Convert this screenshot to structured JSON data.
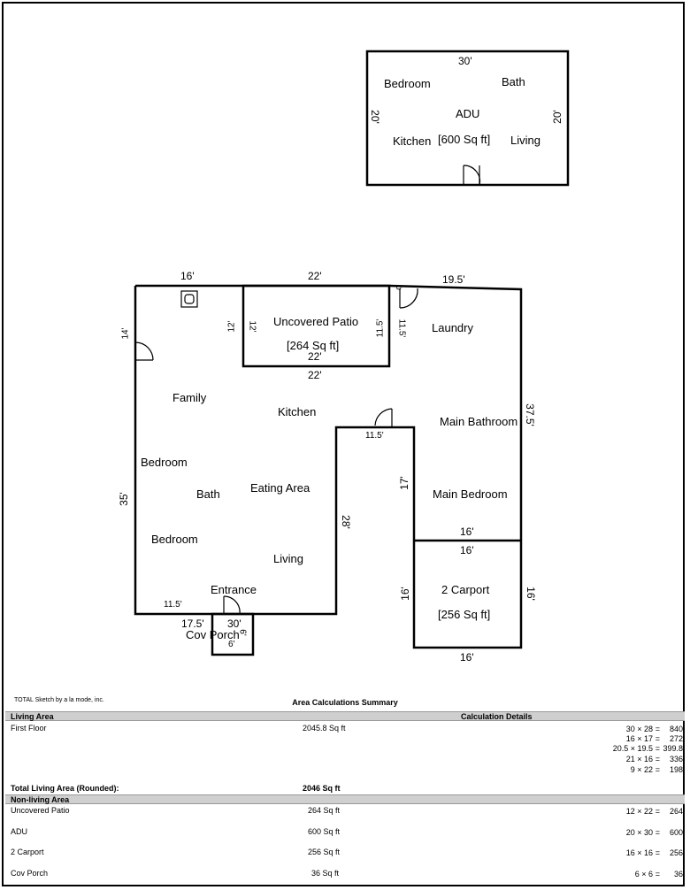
{
  "adu": {
    "dim_top": "30'",
    "dim_left": "20'",
    "dim_right": "20'",
    "rooms": [
      "Bedroom",
      "Bath",
      "ADU",
      "Kitchen",
      "[600 Sq ft]",
      "Living"
    ]
  },
  "main": {
    "dims": {
      "top_left": "16'",
      "top_patio": "22'",
      "top_right": "19.5'",
      "small_o": "o",
      "left_14": "14'",
      "patio_left": "12'",
      "patio_left_inner": "12'",
      "patio_right": "11.5'",
      "patio_right_inner": "11.5'",
      "patio_bottom_inner": "22'",
      "patio_bottom_outer": "22'",
      "right_37": "37.5'",
      "step_11": "11.5'",
      "left_35": "35'",
      "inner_28": "28'",
      "inner_17": "17'",
      "bed_bottom": "16'",
      "carport_top": "16'",
      "carport_left": "16'",
      "carport_right": "16'",
      "carport_bottom": "16'",
      "bottom_11": "11.5'",
      "bottom_17": "17.5'",
      "bottom_30": "30'",
      "porch_6_side": "6'",
      "porch_6_bottom": "6'"
    },
    "rooms": {
      "patio": "Uncovered Patio",
      "patio_area": "[264 Sq ft]",
      "laundry": "Laundry",
      "family": "Family",
      "kitchen": "Kitchen",
      "main_bath": "Main Bathroom",
      "bedroom1": "Bedroom",
      "eating": "Eating Area",
      "bath": "Bath",
      "main_bedroom": "Main Bedroom",
      "bedroom2": "Bedroom",
      "living": "Living",
      "entrance": "Entrance",
      "carport": "2 Carport",
      "carport_area": "[256 Sq ft]",
      "cov_porch": "Cov Porch"
    }
  },
  "credit": "TOTAL Sketch by a la mode, inc.",
  "summary": {
    "title": "Area Calculations Summary",
    "living_header": "Living Area",
    "calc_header": "Calculation Details",
    "first_floor_label": "First Floor",
    "first_floor_value": "2045.8 Sq ft",
    "first_floor_calcs": [
      {
        "expr": "30 × 28",
        "eq": "=",
        "res": "840"
      },
      {
        "expr": "16 × 17",
        "eq": "=",
        "res": "272"
      },
      {
        "expr": "20.5 × 19.5",
        "eq": "=",
        "res": "399.8"
      },
      {
        "expr": "21 × 16",
        "eq": "=",
        "res": "336"
      },
      {
        "expr": "9 × 22",
        "eq": "=",
        "res": "198"
      }
    ],
    "total_label": "Total Living Area (Rounded):",
    "total_value": "2046 Sq ft",
    "nonliving_header": "Non-living Area",
    "nonliving": [
      {
        "label": "Uncovered Patio",
        "value": "264 Sq ft",
        "expr": "12 × 22",
        "eq": "=",
        "res": "264"
      },
      {
        "label": "ADU",
        "value": "600 Sq ft",
        "expr": "20 × 30",
        "eq": "=",
        "res": "600"
      },
      {
        "label": "2 Carport",
        "value": "256 Sq ft",
        "expr": "16 × 16",
        "eq": "=",
        "res": "256"
      },
      {
        "label": "Cov Porch",
        "value": "36 Sq ft",
        "expr": "6 × 6",
        "eq": "=",
        "res": "36"
      }
    ]
  }
}
